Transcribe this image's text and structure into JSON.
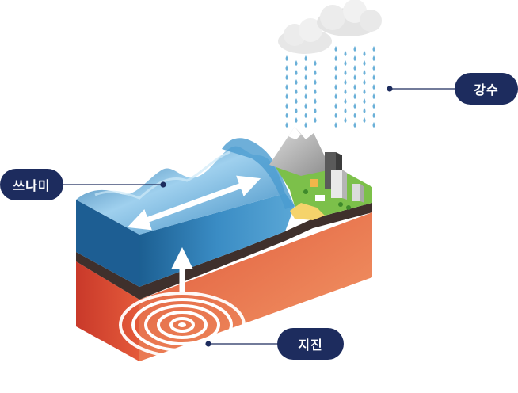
{
  "labels": {
    "rainfall": "강수",
    "tsunami": "쓰나미",
    "earthquake": "지진"
  },
  "colors": {
    "label_bg": "#1d2c5e",
    "leader_line": "#1d2c5e",
    "ocean_deep": "#1f6fa6",
    "ocean_light": "#8fc9ea",
    "crust_top": "#4a3a35",
    "mantle": "#e2573b",
    "mantle_light": "#f29a63",
    "land_green": "#7cc04a",
    "rain": "#6ab0d8",
    "cloud": "#e6e6e6"
  },
  "icons": [
    "cloud-icon",
    "raindrop-icon",
    "mountain-icon",
    "building-icon",
    "arrow-icon"
  ]
}
